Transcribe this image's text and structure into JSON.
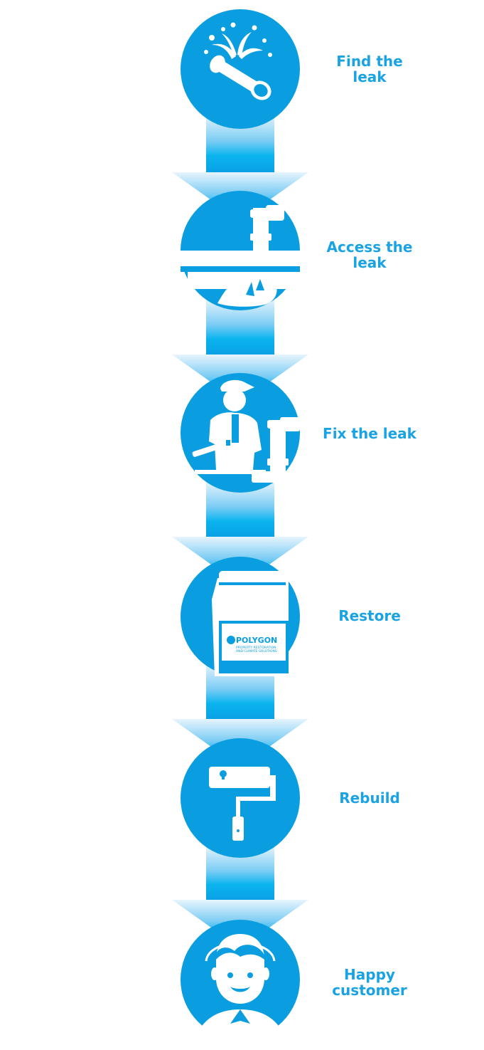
{
  "colors": {
    "circle": "#0a9ee0",
    "label": "#1aa3e3",
    "icon": "#ffffff",
    "arrow_light": "#e0f2fd",
    "arrow_mid": "#7fcdf3",
    "arrow_dark": "#0aa0e6"
  },
  "steps": [
    {
      "label": "Find the\nleak",
      "icon": "leaking-pipe-icon"
    },
    {
      "label": "Access the\nleak",
      "icon": "broken-floor-pipe-icon"
    },
    {
      "label": "Fix the leak",
      "icon": "plumber-with-wrench-icon"
    },
    {
      "label": "Restore",
      "icon": "dehumidifier-unit-icon"
    },
    {
      "label": "Rebuild",
      "icon": "paint-roller-icon"
    },
    {
      "label": "Happy\ncustomer",
      "icon": "smiling-customer-icon"
    }
  ],
  "brand": {
    "name": "POLYGON",
    "tagline_1": "PROPERTY RESTORATION",
    "tagline_2": "AND CLIMATE SOLUTIONS"
  }
}
